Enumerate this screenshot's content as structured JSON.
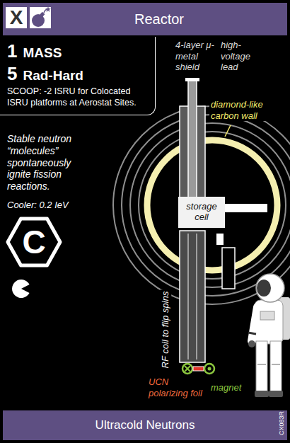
{
  "diagram": {
    "title": "Reactor",
    "caption": "Ultracold Neutrons",
    "nodes": [
      {
        "text": [
          "X"
        ]
      },
      {
        "text": [
          "1",
          "MASS",
          "5",
          "Rad-Hard",
          "SCOOP: -2 ISRU for Colocated ISRU platforms at Aerostat Sites."
        ]
      },
      {
        "text": [
          "storage cell"
        ]
      },
      {
        "text": [
          "C"
        ]
      }
    ],
    "labels": [
      "4-layer μ-metal shield",
      "high-voltage lead",
      "diamond-like carbon wall",
      "Stable neutron “molecules” spontaneously ignite fission reactions.",
      "Cooler: 0.2 IeV",
      "RF coil to flip spins",
      "UCN polarizing foil",
      "magnet",
      "CX083R"
    ]
  }
}
